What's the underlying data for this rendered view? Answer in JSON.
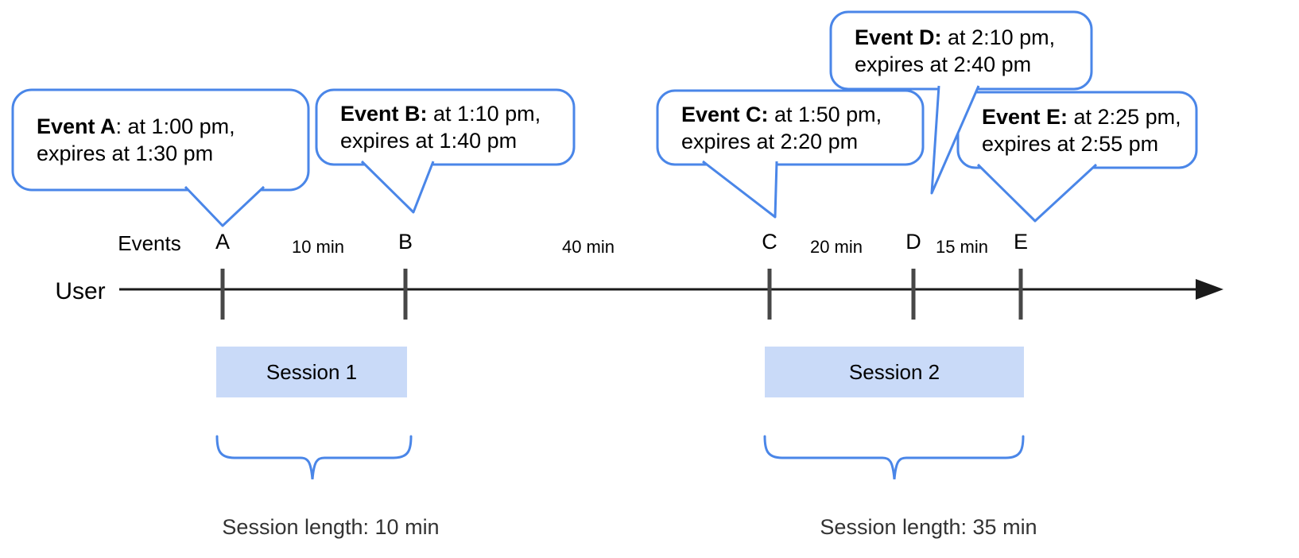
{
  "diagram": {
    "axis_row_label": "Events",
    "actor_label": "User",
    "events": [
      {
        "mark": "A",
        "bold": "Event A",
        "detail": ": at 1:00 pm,",
        "detail2": "expires at 1:30 pm"
      },
      {
        "mark": "B",
        "bold": "Event B:",
        "detail": " at 1:10 pm,",
        "detail2": "expires at 1:40 pm"
      },
      {
        "mark": "C",
        "bold": "Event C:",
        "detail": " at 1:50 pm,",
        "detail2": "expires at 2:20 pm"
      },
      {
        "mark": "D",
        "bold": "Event D:",
        "detail": " at 2:10 pm,",
        "detail2": "expires at 2:40 pm"
      },
      {
        "mark": "E",
        "bold": "Event E:",
        "detail": " at 2:25 pm,",
        "detail2": "expires at 2:55 pm"
      }
    ],
    "intervals": [
      {
        "label": "10 min"
      },
      {
        "label": "40 min"
      },
      {
        "label": "20 min"
      },
      {
        "label": "15 min"
      }
    ],
    "sessions": [
      {
        "label": "Session 1",
        "length": "Session length: 10 min"
      },
      {
        "label": "Session 2",
        "length": "Session length: 35 min"
      }
    ],
    "colors": {
      "bubble_border": "#4a86e8",
      "session_fill": "#c9daf8",
      "tick": "#474747",
      "axis": "#1a1a1a"
    }
  }
}
